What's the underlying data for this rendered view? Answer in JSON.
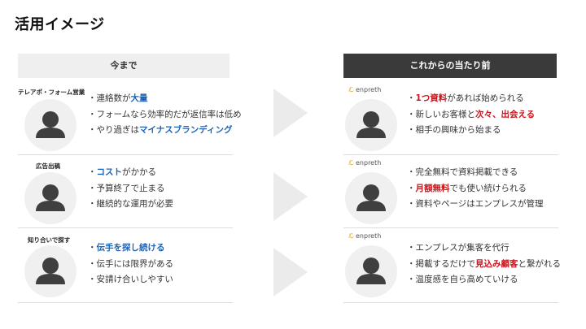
{
  "title": "活用イメージ",
  "headers": {
    "before": "今まで",
    "after": "これからの当たり前"
  },
  "brand_name": "enpreth",
  "rows": [
    {
      "label": "テレアポ・フォーム営業",
      "before": [
        {
          "pre": "・連絡数が",
          "hl": "大量",
          "post": ""
        },
        {
          "pre": "・フォームなら効率的だが返信率は低め",
          "hl": "",
          "post": ""
        },
        {
          "pre": "・やり過ぎは",
          "hl": "マイナスブランディング",
          "post": ""
        }
      ],
      "after": [
        {
          "pre": "・",
          "hl": "1つ資料",
          "post": "があれば始められる"
        },
        {
          "pre": "・新しいお客様と",
          "hl": "次々、出会える",
          "post": ""
        },
        {
          "pre": "・相手の興味から始まる",
          "hl": "",
          "post": ""
        }
      ]
    },
    {
      "label": "広告出稿",
      "before": [
        {
          "pre": "・",
          "hl": "コスト",
          "post": "がかかる"
        },
        {
          "pre": "・予算終了で止まる",
          "hl": "",
          "post": ""
        },
        {
          "pre": "・継続的な運用が必要",
          "hl": "",
          "post": ""
        }
      ],
      "after": [
        {
          "pre": "・完全無料で資料掲載できる",
          "hl": "",
          "post": ""
        },
        {
          "pre": "・",
          "hl": "月額無料",
          "post": "でも使い続けられる"
        },
        {
          "pre": "・資料やページはエンプレスが管理",
          "hl": "",
          "post": ""
        }
      ]
    },
    {
      "label": "知り合いで探す",
      "before": [
        {
          "pre": "・",
          "hl": "伝手を探し続ける",
          "post": ""
        },
        {
          "pre": "・伝手には限界がある",
          "hl": "",
          "post": ""
        },
        {
          "pre": "・安請け合いしやすい",
          "hl": "",
          "post": ""
        }
      ],
      "after": [
        {
          "pre": "・エンプレスが集客を代行",
          "hl": "",
          "post": ""
        },
        {
          "pre": "・掲載するだけで",
          "hl": "見込み顧客",
          "post": "と繋がれる"
        },
        {
          "pre": "・温度感を自ら高めていける",
          "hl": "",
          "post": ""
        }
      ]
    }
  ],
  "colors": {
    "before_highlight": "#1c63b7",
    "after_highlight": "#c8161d",
    "after_header_bg": "#3a3a3a",
    "brand_mark": "#d7a520"
  },
  "icons": {
    "avatar": "user-silhouette-icon",
    "arrow": "right-triangle-arrow-icon",
    "brand": "enpreth-logo-icon"
  }
}
